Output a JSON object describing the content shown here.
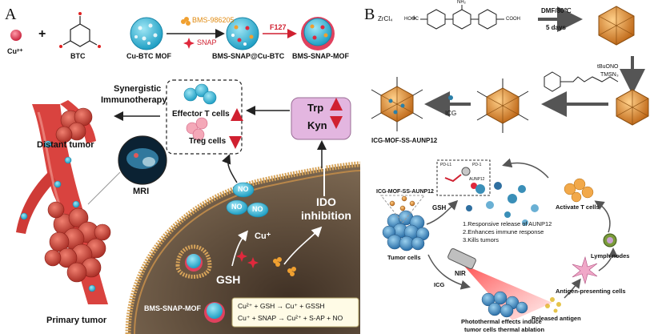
{
  "panel_a": {
    "label": "A",
    "cu_label": "Cu²⁺",
    "plus": "+",
    "btc_label": "BTC",
    "mof_label": "Cu-BTC MOF",
    "drug1": "BMS-986205",
    "drug2": "SNAP",
    "bms_snap_cubtc": "BMS-SNAP@Cu-BTC",
    "f127": "F127",
    "bms_snap_mof": "BMS-SNAP-MOF",
    "synergy_line1": "Synergistic",
    "synergy_line2": "Immunotherapy",
    "effector": "Effector T cells",
    "treg": "Treg cells",
    "trp": "Trp",
    "kyn": "Kyn",
    "distant": "Distant tumor",
    "mri": "MRI",
    "no": "NO",
    "cu_plus": "Cu⁺",
    "ido_line1": "IDO",
    "ido_line2": "inhibition",
    "gsh": "GSH",
    "mof_bottom": "BMS-SNAP-MOF",
    "eq1": "Cu²⁺ + GSH → Cu⁺ + GSSH",
    "eq2": "Cu⁺ + SNAP → Cu²⁺ + S-AP + NO",
    "primary": "Primary tumor"
  },
  "panel_b": {
    "label": "B",
    "zrcl": "ZrCl₄",
    "plus": "+",
    "linker_left": "HOOC",
    "linker_right": "COOH",
    "linker_nh2": "NH₂",
    "cond1": "DMF/80℃",
    "cond2": "5 days",
    "reag1": "tBuONO",
    "reag2": "TMSN₃",
    "icg": "ICG",
    "product": "ICG-MOF-SS-AUNP12",
    "pdl1": "PD-L1",
    "pd1": "PD-1",
    "aunp12": "AUNP12",
    "nano_label": "ICG-MOF-SS-AUNP12",
    "gsh": "GSH",
    "resp1": "1.Responsive release of AUNP12",
    "resp2": "2.Enhances immune response",
    "resp3": "3.Kills tumors",
    "activate": "Activate T cells",
    "lymph": "Lymph nodes",
    "tumor_cells": "Tumor cells",
    "nir": "NIR",
    "icg2": "ICG",
    "apc": "Antigen-presenting cells",
    "released": "Released antigen",
    "photo1": "Photothermal effects induce",
    "photo2": "tumor cells thermal ablation"
  },
  "colors": {
    "mof_cyan": "#31b7d6",
    "mof_pink": "#e0415e",
    "vessel_red": "#d9433f",
    "tumor_red": "#c8403a",
    "cell_brown": "#5a4736",
    "membrane": "#d7a45a",
    "bms_orange": "#f0a030",
    "snap_red": "#e0283c",
    "arrow_up_red": "#e02020",
    "kyn_box": "#e3b6e0",
    "zr_orange": "#e8903a"
  }
}
